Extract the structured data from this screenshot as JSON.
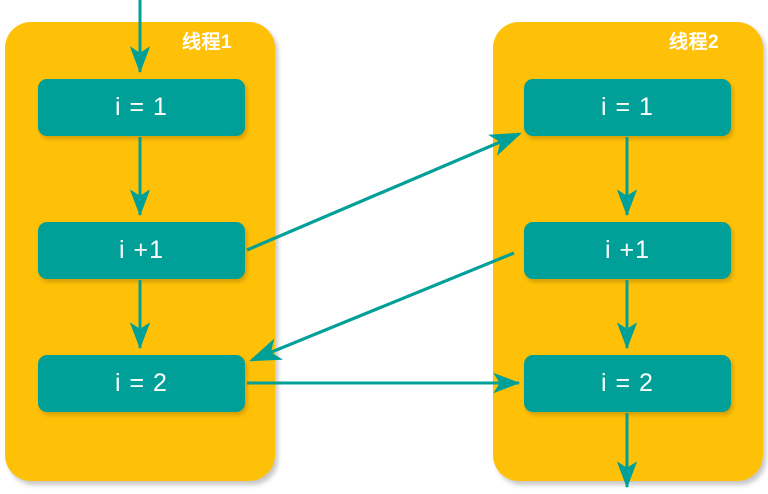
{
  "diagram": {
    "type": "flow-diagram",
    "title": "",
    "colors": {
      "panel": "#FFC107",
      "box": "#00A098",
      "arrow": "#00A098",
      "text_on_panel": "#FFFFFF",
      "text_on_box": "#FFFFFF",
      "background": "#FFFFFF"
    },
    "threads": [
      {
        "id": "thread-1",
        "label": "线程1",
        "steps": [
          {
            "id": "t1-step-1",
            "label": "i = 1"
          },
          {
            "id": "t1-step-2",
            "label": "i +1"
          },
          {
            "id": "t1-step-3",
            "label": "i = 2"
          }
        ]
      },
      {
        "id": "thread-2",
        "label": "线程2",
        "steps": [
          {
            "id": "t2-step-1",
            "label": "i = 1"
          },
          {
            "id": "t2-step-2",
            "label": "i +1"
          },
          {
            "id": "t2-step-3",
            "label": "i = 2"
          }
        ]
      }
    ],
    "connectors": [
      {
        "id": "entry-arrow-thread-1",
        "kind": "vertical",
        "from": "top-of-diagram",
        "to": "t1-step-1"
      },
      {
        "id": "t1-step-1-to-step-2",
        "kind": "vertical",
        "from": "t1-step-1",
        "to": "t1-step-2"
      },
      {
        "id": "t1-step-2-to-step-3",
        "kind": "vertical",
        "from": "t1-step-2",
        "to": "t1-step-3"
      },
      {
        "id": "t2-step-1-to-step-2",
        "kind": "vertical",
        "from": "t2-step-1",
        "to": "t2-step-2"
      },
      {
        "id": "t2-step-2-to-step-3",
        "kind": "vertical",
        "from": "t2-step-2",
        "to": "t2-step-3"
      },
      {
        "id": "exit-arrow-thread-2",
        "kind": "vertical",
        "from": "t2-step-3",
        "to": "bottom-of-diagram"
      },
      {
        "id": "cross-t1-step-2-to-t2-step-1",
        "kind": "diagonal",
        "from": "t1-step-2",
        "to": "t2-step-1"
      },
      {
        "id": "cross-t2-step-2-to-t1-step-3",
        "kind": "diagonal",
        "from": "t2-step-2",
        "to": "t1-step-3"
      },
      {
        "id": "cross-t1-step-3-to-t2-step-3",
        "kind": "horizontal",
        "from": "t1-step-3",
        "to": "t2-step-3"
      }
    ]
  }
}
